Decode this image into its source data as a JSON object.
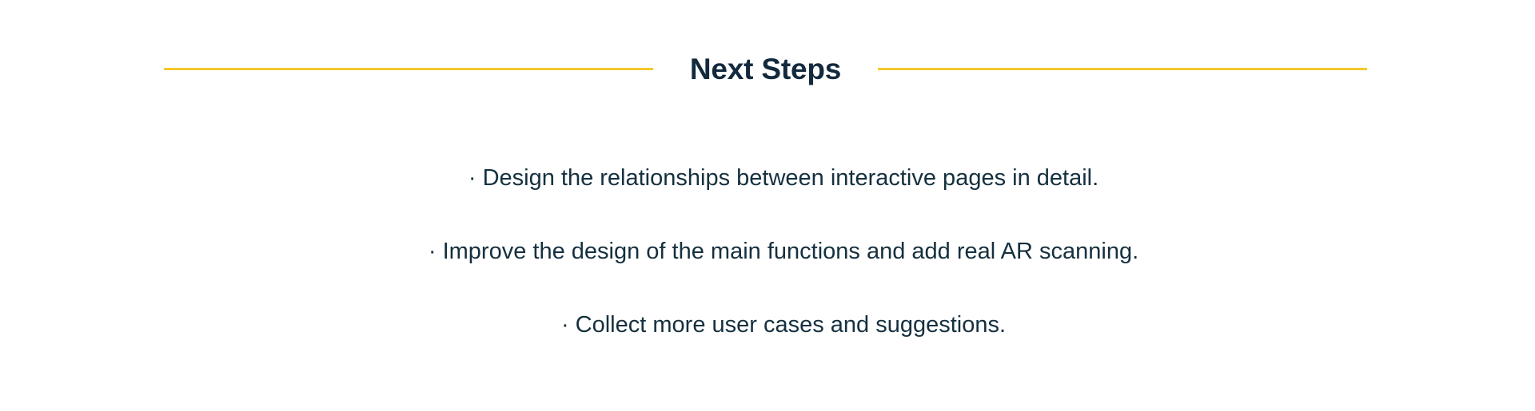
{
  "slide": {
    "background_color": "#FFFFFF",
    "accent_color": "#F7C92B",
    "text_color": "#15303F",
    "heading": {
      "title": "Next Steps",
      "rule_left_label": "decorative-rule-left",
      "rule_right_label": "decorative-rule-right"
    },
    "bullets": {
      "marker": "·",
      "items": [
        {
          "marker": "·",
          "text": "Design the relationships between interactive pages in detail."
        },
        {
          "marker": "·",
          "text": "Improve the design of the main functions and add real AR scanning."
        },
        {
          "marker": "·",
          "text": "Collect more user cases and suggestions."
        }
      ]
    }
  }
}
